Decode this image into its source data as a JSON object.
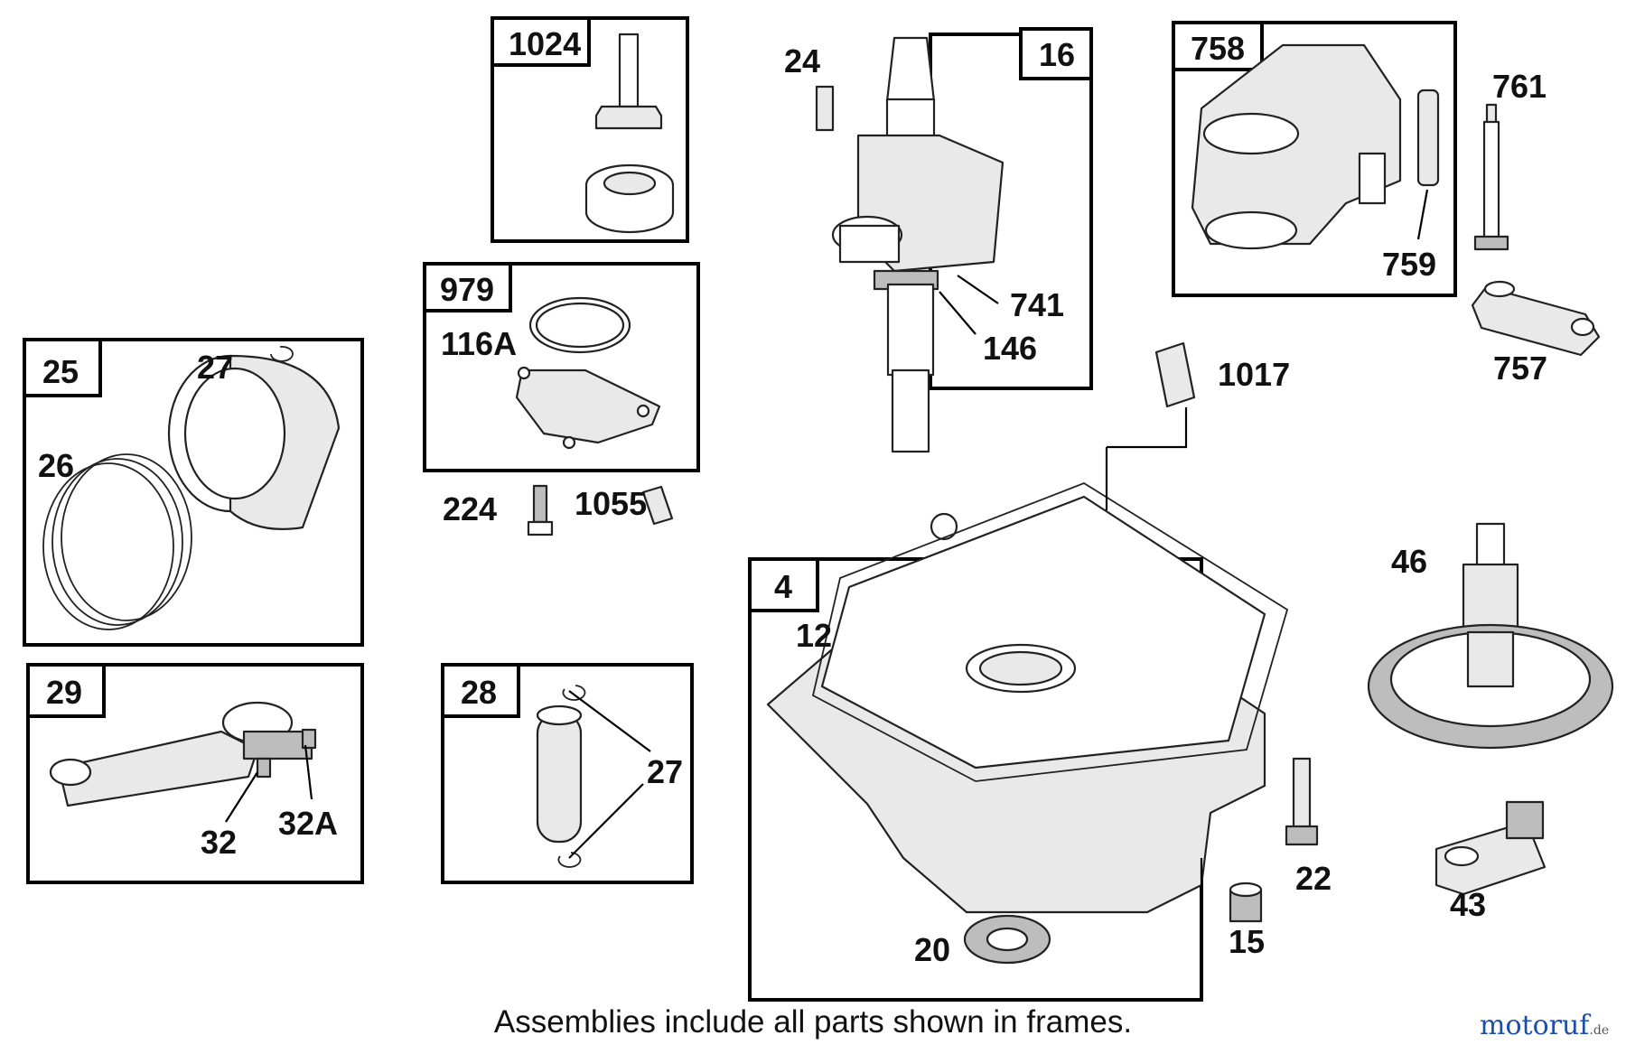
{
  "diagram": {
    "frames": [
      {
        "id": "frame-1024",
        "tag": "1024"
      },
      {
        "id": "frame-16",
        "tag": "16"
      },
      {
        "id": "frame-758",
        "tag": "758"
      },
      {
        "id": "frame-979",
        "tag": "979"
      },
      {
        "id": "frame-25",
        "tag": "25"
      },
      {
        "id": "frame-29",
        "tag": "29"
      },
      {
        "id": "frame-28",
        "tag": "28"
      },
      {
        "id": "frame-4",
        "tag": "4"
      }
    ],
    "labels": {
      "p24": "24",
      "p761": "761",
      "p759": "759",
      "p741": "741",
      "p146": "146",
      "p757": "757",
      "p1017": "1017",
      "p116a": "116A",
      "p224": "224",
      "p1055": "1055",
      "p27a": "27",
      "p26": "26",
      "p32": "32",
      "p32a": "32A",
      "p27b": "27",
      "p12": "12",
      "p20": "20",
      "p15": "15",
      "p22": "22",
      "p46": "46",
      "p43": "43"
    }
  },
  "caption": "Assemblies include all parts shown in frames.",
  "watermark": {
    "main": "motoruf",
    "suffix": ".de",
    "colors": [
      "#1d4fa3",
      "#e08a1c"
    ]
  }
}
